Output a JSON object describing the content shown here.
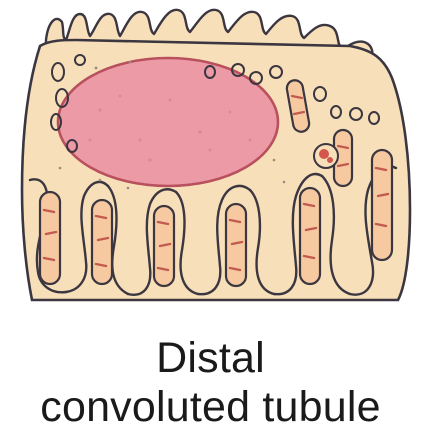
{
  "caption": {
    "line1": "Distal",
    "line2": "convoluted tubule"
  },
  "colors": {
    "background": "#ffffff",
    "outline": "#3b3640",
    "cytoplasm": "#f7dfb9",
    "lumen_rim": "#f2d6a8",
    "nucleus_fill": "#ec9aa5",
    "nucleus_outline": "#b8505d",
    "mitochondria_fill": "#f6c9a0",
    "mitochondria_cristae": "#c35a4f",
    "vesicle_dot": "#d4554e",
    "caption_text": "#1a1a1a"
  },
  "icons": {
    "illustration": "distal-convoluted-tubule-cell-illustration"
  }
}
